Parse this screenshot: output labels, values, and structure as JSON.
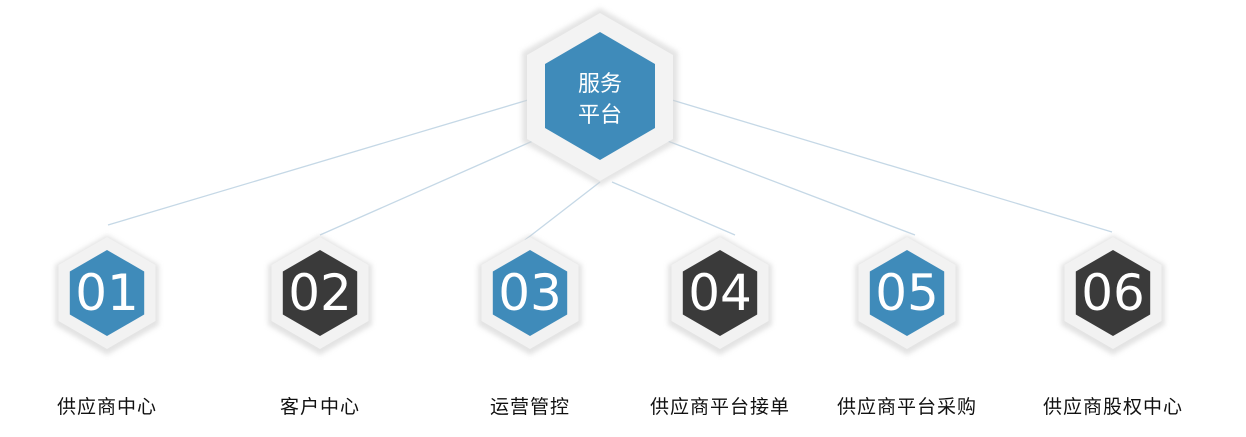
{
  "root": {
    "line1": "服务",
    "line2": "平台",
    "color": "#3f8bba"
  },
  "nodes": [
    {
      "number": "01",
      "label": "供应商中心",
      "color": "#3f8bba"
    },
    {
      "number": "02",
      "label": "客户中心",
      "color": "#3a3a3a"
    },
    {
      "number": "03",
      "label": "运营管控",
      "color": "#3f8bba"
    },
    {
      "number": "04",
      "label": "供应商平台接单",
      "color": "#3a3a3a"
    },
    {
      "number": "05",
      "label": "供应商平台采购",
      "color": "#3f8bba"
    },
    {
      "number": "06",
      "label": "供应商股权中心",
      "color": "#3a3a3a"
    }
  ]
}
